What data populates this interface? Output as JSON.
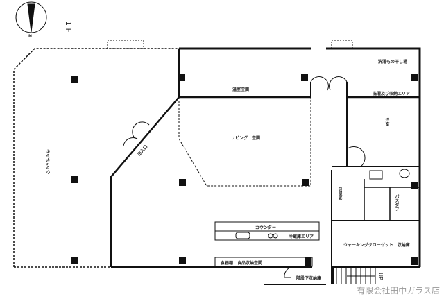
{
  "floor_label": "1 F",
  "compass": {
    "north_label": "N"
  },
  "rooms": {
    "deck": "ウッドデッキ",
    "entrance": "出入口",
    "sunroom": "温室空間",
    "living": "リビング　空間",
    "drying": "洗濯もの干し場",
    "laundry_storage": "洗濯及び収納エリア",
    "private_room": "洋室",
    "washroom": "洗面台",
    "bathtub": "バスタブ",
    "counter": "カウンター",
    "fridge": "冷蔵庫エリア",
    "pantry": "食器棚　食品収納空間",
    "closet": "ウォーキングクローゼット　収納庫",
    "under_stairs": "階段下収納庫",
    "stairs_up": "UP"
  },
  "watermark": "有限会社田中ガラス店"
}
